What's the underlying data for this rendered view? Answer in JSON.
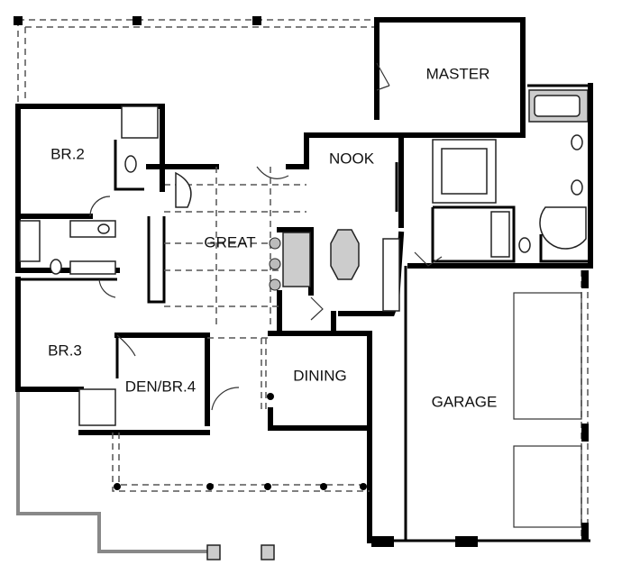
{
  "rooms": {
    "master": "MASTER",
    "nook": "NOOK",
    "br2": "BR.2",
    "great": "GREAT",
    "br3": "BR.3",
    "den": "DEN/BR.4",
    "dining": "DINING",
    "garage": "GARAGE"
  }
}
